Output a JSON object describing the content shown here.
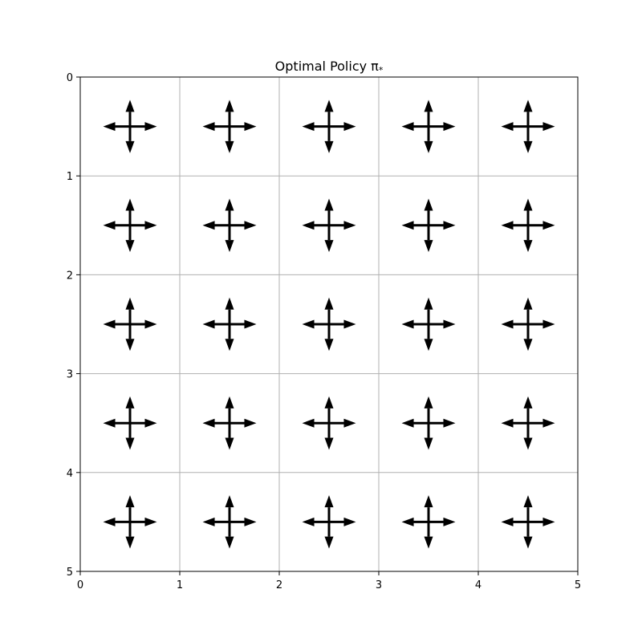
{
  "chart_data": {
    "type": "quiver",
    "title": "Optimal Policy π",
    "title_subscript": "*",
    "xlabel": "",
    "ylabel": "",
    "xlim": [
      0,
      5
    ],
    "ylim": [
      5,
      0
    ],
    "x_ticks": [
      "0",
      "1",
      "2",
      "3",
      "4",
      "5"
    ],
    "y_ticks": [
      "0",
      "1",
      "2",
      "3",
      "4",
      "5"
    ],
    "grid": true,
    "rows": 5,
    "cols": 5,
    "actions": [
      "up",
      "down",
      "left",
      "right"
    ],
    "cells": [
      {
        "row": 0,
        "col": 0,
        "actions": [
          "up",
          "down",
          "left",
          "right"
        ]
      },
      {
        "row": 0,
        "col": 1,
        "actions": [
          "up",
          "down",
          "left",
          "right"
        ]
      },
      {
        "row": 0,
        "col": 2,
        "actions": [
          "up",
          "down",
          "left",
          "right"
        ]
      },
      {
        "row": 0,
        "col": 3,
        "actions": [
          "up",
          "down",
          "left",
          "right"
        ]
      },
      {
        "row": 0,
        "col": 4,
        "actions": [
          "up",
          "down",
          "left",
          "right"
        ]
      },
      {
        "row": 1,
        "col": 0,
        "actions": [
          "up",
          "down",
          "left",
          "right"
        ]
      },
      {
        "row": 1,
        "col": 1,
        "actions": [
          "up",
          "down",
          "left",
          "right"
        ]
      },
      {
        "row": 1,
        "col": 2,
        "actions": [
          "up",
          "down",
          "left",
          "right"
        ]
      },
      {
        "row": 1,
        "col": 3,
        "actions": [
          "up",
          "down",
          "left",
          "right"
        ]
      },
      {
        "row": 1,
        "col": 4,
        "actions": [
          "up",
          "down",
          "left",
          "right"
        ]
      },
      {
        "row": 2,
        "col": 0,
        "actions": [
          "up",
          "down",
          "left",
          "right"
        ]
      },
      {
        "row": 2,
        "col": 1,
        "actions": [
          "up",
          "down",
          "left",
          "right"
        ]
      },
      {
        "row": 2,
        "col": 2,
        "actions": [
          "up",
          "down",
          "left",
          "right"
        ]
      },
      {
        "row": 2,
        "col": 3,
        "actions": [
          "up",
          "down",
          "left",
          "right"
        ]
      },
      {
        "row": 2,
        "col": 4,
        "actions": [
          "up",
          "down",
          "left",
          "right"
        ]
      },
      {
        "row": 3,
        "col": 0,
        "actions": [
          "up",
          "down",
          "left",
          "right"
        ]
      },
      {
        "row": 3,
        "col": 1,
        "actions": [
          "up",
          "down",
          "left",
          "right"
        ]
      },
      {
        "row": 3,
        "col": 2,
        "actions": [
          "up",
          "down",
          "left",
          "right"
        ]
      },
      {
        "row": 3,
        "col": 3,
        "actions": [
          "up",
          "down",
          "left",
          "right"
        ]
      },
      {
        "row": 3,
        "col": 4,
        "actions": [
          "up",
          "down",
          "left",
          "right"
        ]
      },
      {
        "row": 4,
        "col": 0,
        "actions": [
          "up",
          "down",
          "left",
          "right"
        ]
      },
      {
        "row": 4,
        "col": 1,
        "actions": [
          "up",
          "down",
          "left",
          "right"
        ]
      },
      {
        "row": 4,
        "col": 2,
        "actions": [
          "up",
          "down",
          "left",
          "right"
        ]
      },
      {
        "row": 4,
        "col": 3,
        "actions": [
          "up",
          "down",
          "left",
          "right"
        ]
      },
      {
        "row": 4,
        "col": 4,
        "actions": [
          "up",
          "down",
          "left",
          "right"
        ]
      }
    ],
    "arrow_length": 0.27,
    "colors": {
      "arrow": "#000000",
      "grid": "#b0b0b0",
      "axes": "#000000",
      "background": "#ffffff"
    }
  }
}
